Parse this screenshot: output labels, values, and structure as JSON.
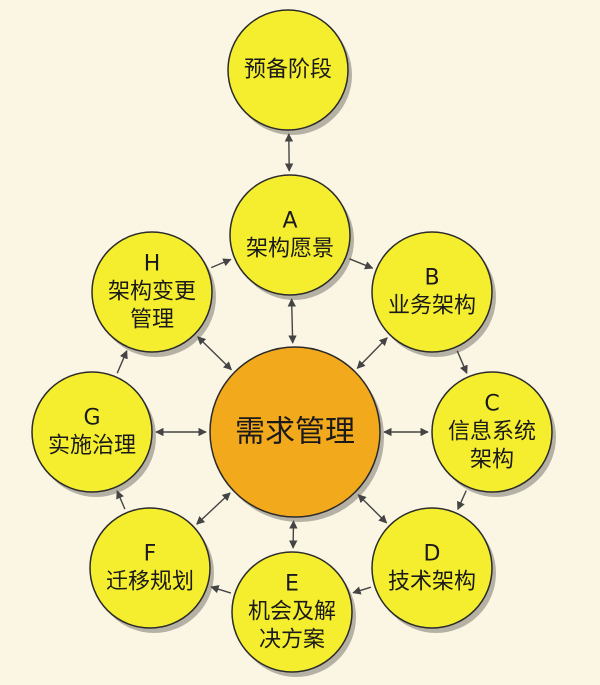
{
  "colors": {
    "background": "#fbf6e4",
    "phase_fill": "#f5ee2e",
    "center_fill": "#f2a91b",
    "stroke": "#2b2b2b",
    "arrow": "#444444",
    "text": "#1a1a1a"
  },
  "center": {
    "name": "需求管理"
  },
  "preliminary": {
    "name": "预备阶段"
  },
  "phases": [
    {
      "letter": "A",
      "lines": [
        "架构愿景"
      ]
    },
    {
      "letter": "B",
      "lines": [
        "业务架构"
      ]
    },
    {
      "letter": "C",
      "lines": [
        "信息系统",
        "架构"
      ]
    },
    {
      "letter": "D",
      "lines": [
        "技术架构"
      ]
    },
    {
      "letter": "E",
      "lines": [
        "机会及解",
        "决方案"
      ]
    },
    {
      "letter": "F",
      "lines": [
        "迁移规划"
      ]
    },
    {
      "letter": "G",
      "lines": [
        "实施治理"
      ]
    },
    {
      "letter": "H",
      "lines": [
        "架构变更",
        "管理"
      ]
    }
  ]
}
